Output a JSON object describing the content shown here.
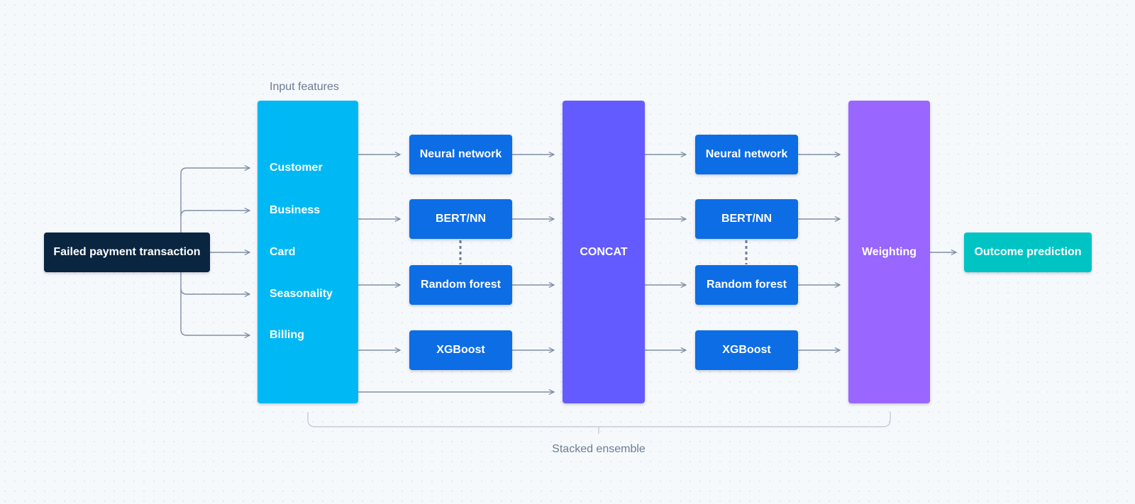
{
  "source": {
    "label": "Failed payment transaction",
    "color": "#0a2540"
  },
  "input_features": {
    "title": "Input features",
    "color": "#00b9f4",
    "items": [
      "Customer",
      "Business",
      "Card",
      "Seasonality",
      "Billing"
    ]
  },
  "models_layer1": [
    "Neural network",
    "BERT/NN",
    "Random forest",
    "XGBoost"
  ],
  "concat": {
    "label": "CONCAT",
    "color": "#635bff"
  },
  "models_layer2": [
    "Neural network",
    "BERT/NN",
    "Random forest",
    "XGBoost"
  ],
  "model_color": "#0c6de5",
  "weighting": {
    "label": "Weighting",
    "color": "#9966ff"
  },
  "output": {
    "label": "Outcome prediction",
    "color": "#00c4c4"
  },
  "ensemble_caption": "Stacked ensemble"
}
